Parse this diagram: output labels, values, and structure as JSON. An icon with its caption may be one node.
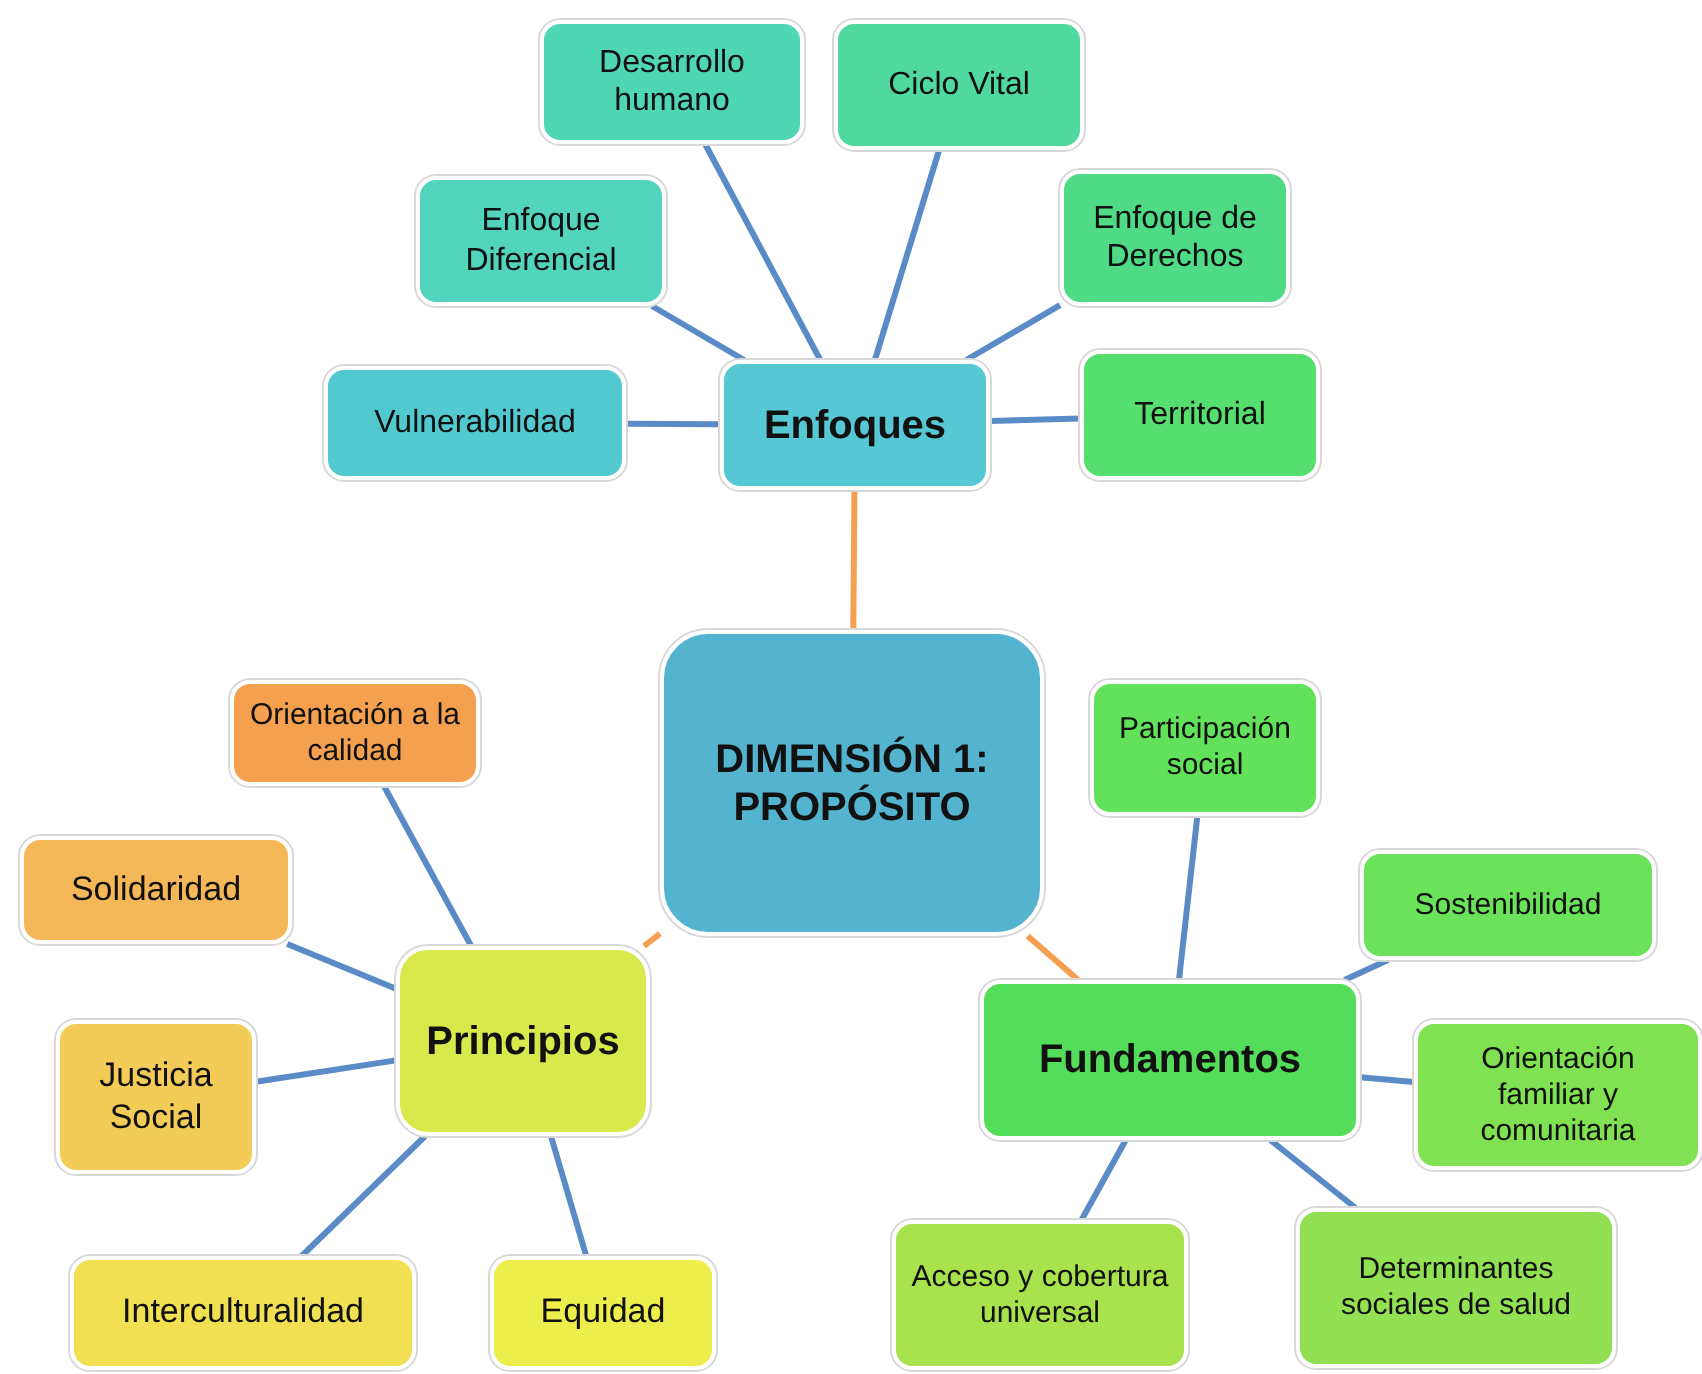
{
  "diagram": {
    "nodes": [
      {
        "text": [
          "Desarrollo humano"
        ]
      },
      {
        "text": [
          "Ciclo Vital"
        ]
      },
      {
        "text": [
          "Enfoque Diferencial"
        ]
      },
      {
        "text": [
          "Enfoque de Derechos"
        ]
      },
      {
        "text": [
          "Territorial"
        ]
      },
      {
        "text": [
          "Vulnerabilidad"
        ]
      },
      {
        "text": [
          "Enfoques"
        ]
      },
      {
        "text": [
          "DIMENSIÓN 1: PROPÓSITO"
        ]
      },
      {
        "text": [
          "Orientación a la calidad"
        ]
      },
      {
        "text": [
          "Participación social"
        ]
      },
      {
        "text": [
          "Solidaridad"
        ]
      },
      {
        "text": [
          "Sostenibilidad"
        ]
      },
      {
        "text": [
          "Principios"
        ]
      },
      {
        "text": [
          "Fundamentos"
        ]
      },
      {
        "text": [
          "Justicia Social"
        ]
      },
      {
        "text": [
          "Orientación familiar y comunitaria"
        ]
      },
      {
        "text": [
          "Interculturalidad"
        ]
      },
      {
        "text": [
          "Equidad"
        ]
      },
      {
        "text": [
          "Acceso y cobertura universal"
        ]
      },
      {
        "text": [
          "Determinantes sociales de salud"
        ]
      }
    ],
    "edges": [
      {
        "from": 7,
        "to": 6,
        "arrow": "none",
        "color": "#f5a050"
      },
      {
        "from": 7,
        "to": 12,
        "arrow": "none",
        "color": "#f5a050"
      },
      {
        "from": 7,
        "to": 13,
        "arrow": "none",
        "color": "#f5a050"
      },
      {
        "from": 6,
        "to": 0,
        "arrow": "none"
      },
      {
        "from": 6,
        "to": 1,
        "arrow": "none"
      },
      {
        "from": 6,
        "to": 2,
        "arrow": "none"
      },
      {
        "from": 6,
        "to": 3,
        "arrow": "none"
      },
      {
        "from": 6,
        "to": 4,
        "arrow": "none"
      },
      {
        "from": 6,
        "to": 5,
        "arrow": "none"
      },
      {
        "from": 12,
        "to": 8,
        "arrow": "none"
      },
      {
        "from": 12,
        "to": 10,
        "arrow": "none"
      },
      {
        "from": 12,
        "to": 14,
        "arrow": "none"
      },
      {
        "from": 12,
        "to": 16,
        "arrow": "none"
      },
      {
        "from": 12,
        "to": 17,
        "arrow": "none"
      },
      {
        "from": 13,
        "to": 9,
        "arrow": "none"
      },
      {
        "from": 13,
        "to": 11,
        "arrow": "none"
      },
      {
        "from": 13,
        "to": 15,
        "arrow": "none"
      },
      {
        "from": 13,
        "to": 18,
        "arrow": "none"
      },
      {
        "from": 13,
        "to": 19,
        "arrow": "none"
      }
    ]
  }
}
